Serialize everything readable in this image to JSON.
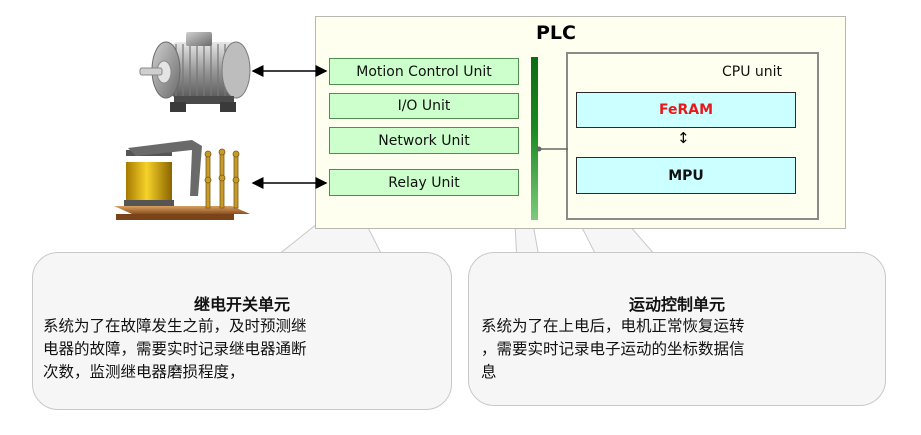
{
  "plc": {
    "title": "PLC"
  },
  "units": {
    "motion_control": "Motion Control Unit",
    "io": "I/O Unit",
    "network": "Network Unit",
    "relay": "Relay Unit"
  },
  "cpu": {
    "label": "CPU unit",
    "feram": "FeRAM",
    "mpu": "MPU"
  },
  "callouts": {
    "relay": {
      "title": "继电开关单元",
      "lines": [
        "系统为了在故障发生之前，及时预测继",
        "电器的故障，需要实时记录继电器通断",
        "次数，监测继电器磨损程度，"
      ]
    },
    "motion": {
      "title": "运动控制单元",
      "lines": [
        "系统为了在上电后，电机正常恢复运转",
        "，需要实时记录电子运动的坐标数据信",
        "息"
      ]
    }
  },
  "colors": {
    "feram_text": "#e8191b",
    "unit_fill": "#ccffcc",
    "chip_fill": "#ccffff",
    "bus": "#1a8a22"
  },
  "icons": {
    "motor": "electric-motor-icon",
    "relay": "relay-icon"
  }
}
